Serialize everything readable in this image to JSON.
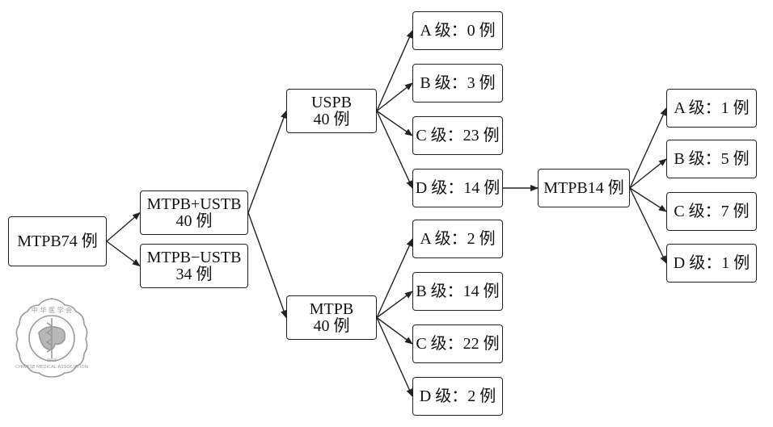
{
  "colors": {
    "stroke": "#222222",
    "text": "#111111",
    "logo": "#9a9a9a"
  },
  "nodes": {
    "root": {
      "line1": "MTPB74 例"
    },
    "mtpb_ustb_plus": {
      "line1": "MTPB+USTB",
      "line2": "40 例"
    },
    "mtpb_ustb_minus": {
      "line1": "MTPB−USTB",
      "line2": "34 例"
    },
    "uspb": {
      "line1": "USPB",
      "line2": "40 例"
    },
    "mtpb": {
      "line1": "MTPB",
      "line2": "40 例"
    },
    "uspb_a": {
      "line1": "A 级：0 例"
    },
    "uspb_b": {
      "line1": "B 级：3 例"
    },
    "uspb_c": {
      "line1": "C 级：23 例"
    },
    "uspb_d": {
      "line1": "D 级：14 例"
    },
    "mtpb_a": {
      "line1": "A 级：2 例"
    },
    "mtpb_b": {
      "line1": "B 级：14 例"
    },
    "mtpb_c": {
      "line1": "C 级：22 例"
    },
    "mtpb_d": {
      "line1": "D 级：2 例"
    },
    "mtpb14": {
      "line1": "MTPB14 例"
    },
    "mtpb14_a": {
      "line1": "A 级：1 例"
    },
    "mtpb14_b": {
      "line1": "B 级：5 例"
    },
    "mtpb14_c": {
      "line1": "C 级：7 例"
    },
    "mtpb14_d": {
      "line1": "D 级：1 例"
    }
  },
  "logo": {
    "top_text": "中 华 医 学 会",
    "bottom_text": "CHINESE MEDICAL ASSOCIATION",
    "year": "1915"
  }
}
